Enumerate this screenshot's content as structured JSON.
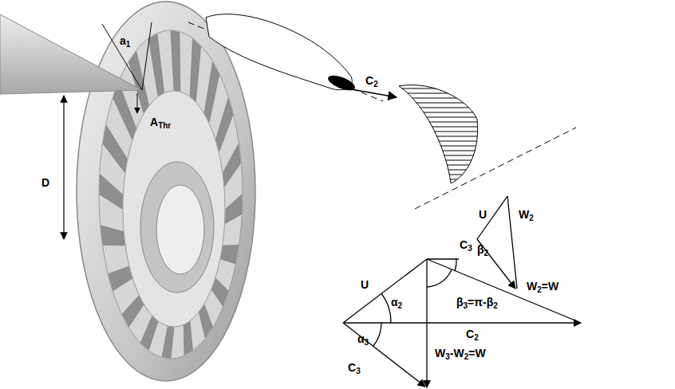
{
  "diagram": {
    "labels": [
      "a1",
      "AThr",
      "D",
      "C2",
      "U",
      "W2",
      "C3",
      "β2",
      "W2=W",
      "β3=π-β2",
      "U",
      "α2",
      "α3",
      "C2",
      "C3",
      "W3-W2=W"
    ]
  }
}
